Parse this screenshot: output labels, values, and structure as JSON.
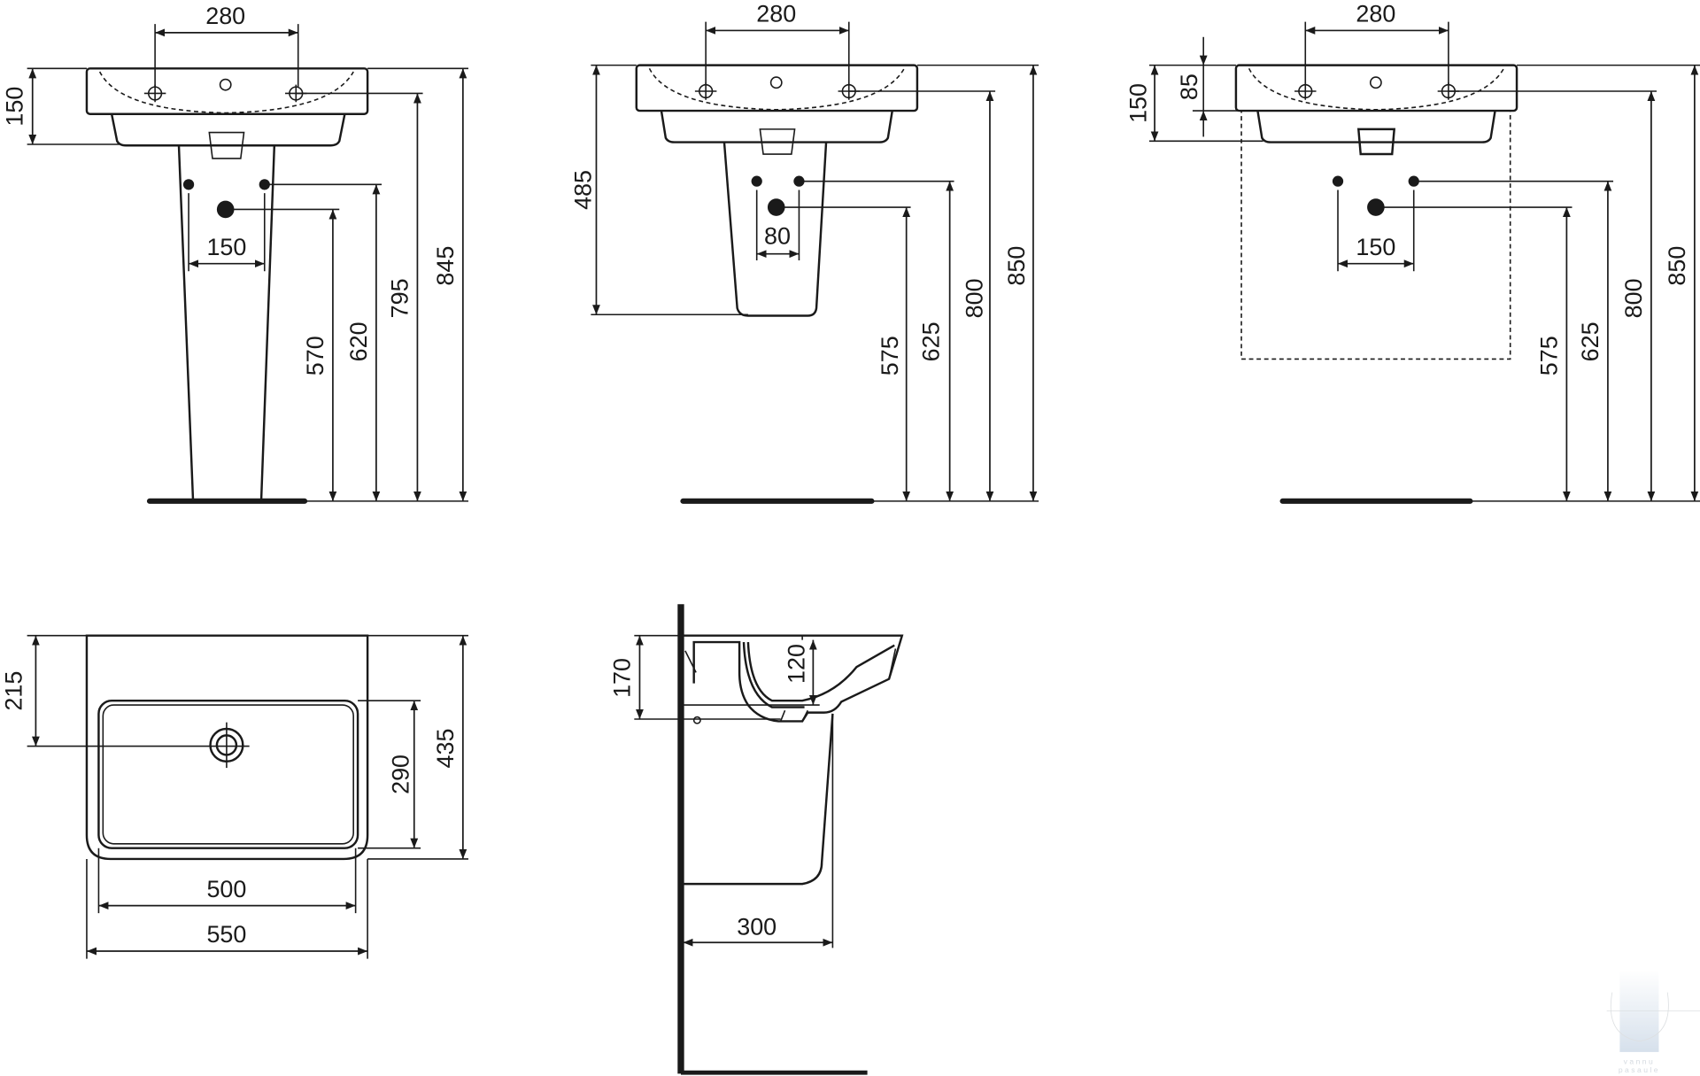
{
  "views": {
    "pedestal_front": {
      "tap_spacing": "280",
      "basin_height": "150",
      "total_height": "845",
      "tap_height": "795",
      "supply_height": "620",
      "waste_height": "570",
      "supply_spacing": "150"
    },
    "semi_pedestal_front": {
      "tap_spacing": "280",
      "pedestal_drop": "485",
      "total_height": "850",
      "tap_height": "800",
      "supply_height": "625",
      "waste_height": "575",
      "supply_spacing": "80"
    },
    "wall_hung_front": {
      "tap_spacing": "280",
      "basin_height": "150",
      "rim_height": "85",
      "total_height": "850",
      "tap_height": "800",
      "supply_height": "625",
      "waste_height": "575",
      "supply_spacing": "150"
    },
    "top_view": {
      "drain_offset": "215",
      "depth": "435",
      "bowl_depth": "290",
      "bowl_width": "500",
      "width": "550"
    },
    "side_section": {
      "basin_height": "170",
      "bowl_depth": "120",
      "wall_projection": "300"
    }
  },
  "watermark": {
    "line1": "vannu",
    "line2": "pasaule"
  }
}
